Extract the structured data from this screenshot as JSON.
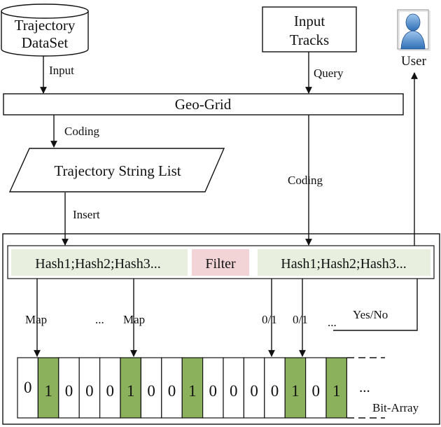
{
  "nodes": {
    "dataset": {
      "line1": "Trajectory",
      "line2": "DataSet"
    },
    "tracks": {
      "line1": "Input",
      "line2": "Tracks"
    },
    "user": {
      "label": "User",
      "icon": "user-icon"
    },
    "geogrid": {
      "label": "Geo-Grid"
    },
    "stringlist": {
      "label": "Trajectory String List"
    },
    "filter": {
      "label": "Filter"
    },
    "hash_left": {
      "label": "Hash1;Hash2;Hash3..."
    },
    "hash_right": {
      "label": "Hash1;Hash2;Hash3..."
    },
    "bitarray": {
      "label": "Bit-Array",
      "ellipsis": "..."
    }
  },
  "edges": {
    "input": "Input",
    "query": "Query",
    "coding_left": "Coding",
    "coding_right": "Coding",
    "insert": "Insert",
    "map1": "Map",
    "map_dots": "...",
    "map2": "Map",
    "bit1": "0/1",
    "bit2": "0/1",
    "bit_dots": "...",
    "yesno": "Yes/No"
  },
  "bits": [
    "0",
    "1",
    "0",
    "0",
    "0",
    "1",
    "0",
    "0",
    "1",
    "0",
    "0",
    "0",
    "0",
    "1",
    "0",
    "1"
  ],
  "colors": {
    "bit_set": "#8cb15c",
    "hash_bg": "#e8efdf",
    "filter_bg": "#f3d4d6"
  }
}
